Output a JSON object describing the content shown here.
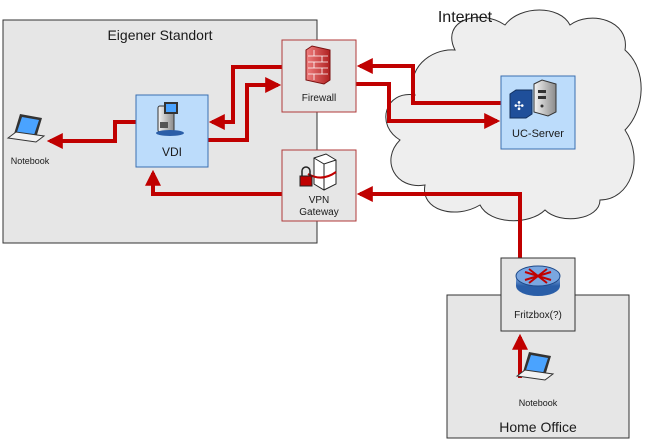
{
  "zones": {
    "site": {
      "label": "Eigener Standort"
    },
    "internet": {
      "label": "Internet"
    },
    "home": {
      "label": "Home Office"
    }
  },
  "nodes": {
    "notebook_site": {
      "label": "Notebook",
      "icon": "laptop-icon"
    },
    "vdi": {
      "label": "VDI",
      "icon": "workstation-icon"
    },
    "firewall": {
      "label": "Firewall",
      "icon": "firewall-icon"
    },
    "vpn": {
      "label_line1": "VPN",
      "label_line2": "Gateway",
      "icon": "vpn-gateway-icon"
    },
    "uc_server": {
      "label": "UC-Server",
      "icon": "server-icon"
    },
    "fritzbox": {
      "label": "Fritzbox(?)",
      "icon": "router-icon"
    },
    "notebook_home": {
      "label": "Notebook",
      "icon": "laptop-icon"
    }
  },
  "colors": {
    "connection": "#c00000",
    "zone_fill": "#e6e6e6",
    "node_highlight": "#bcdcfb",
    "node_border_red": "#b03a3a"
  }
}
